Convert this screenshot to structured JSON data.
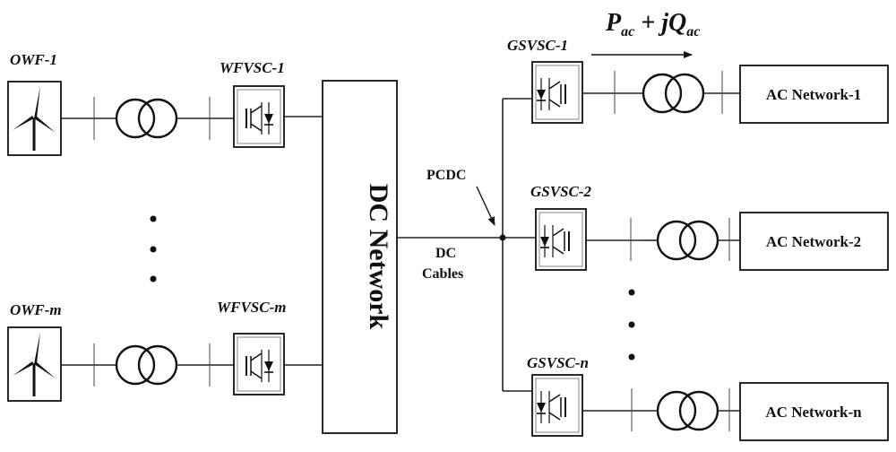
{
  "wind_farms": [
    {
      "label": "OWF-1",
      "converter": "WFVSC-1"
    },
    {
      "label": "OWF-m",
      "converter": "WFVSC-m"
    }
  ],
  "dc_network": {
    "label": "DC Network"
  },
  "pcdc": {
    "label": "PCDC"
  },
  "dc_cables": {
    "line1": "DC",
    "line2": "Cables"
  },
  "power_flow": {
    "label_text": "Pac + jQac"
  },
  "grid_side": [
    {
      "converter": "GSVSC-1",
      "network": "AC Network-1"
    },
    {
      "converter": "GSVSC-2",
      "network": "AC Network-2"
    },
    {
      "converter": "GSVSC-n",
      "network": "AC Network-n"
    }
  ],
  "icons": [
    "wind-turbine-icon",
    "transformer-icon",
    "converter-icon",
    "ellipsis-dots-icon",
    "junction-dot-icon",
    "arrow-icon"
  ]
}
